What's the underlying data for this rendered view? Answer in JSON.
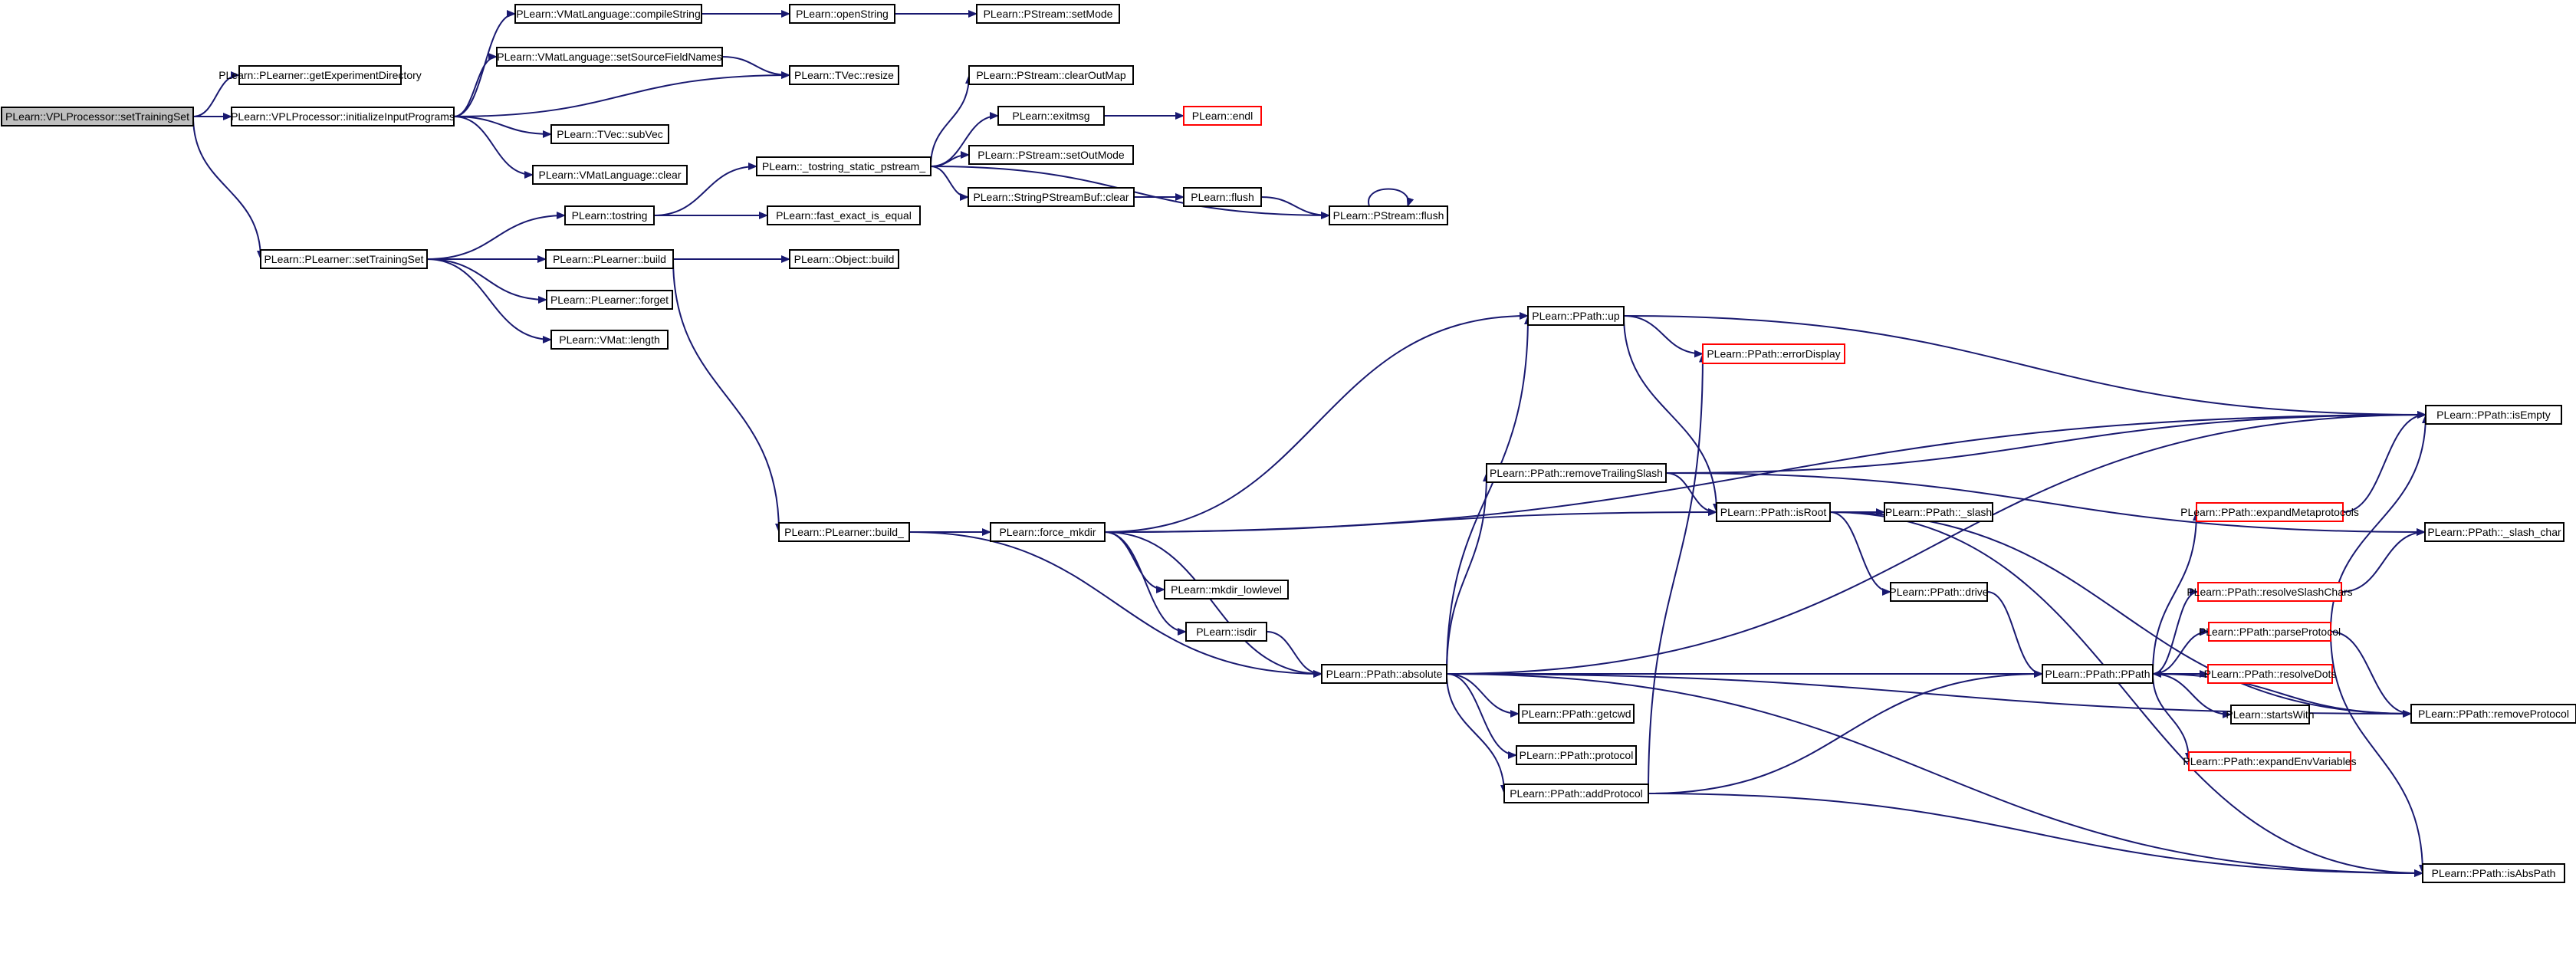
{
  "colors": {
    "edge": "#191970",
    "node_border": "#000000",
    "root_fill": "#bfbfbf",
    "truncated_border": "#ff0000",
    "background": "#ffffff"
  },
  "nodes": [
    {
      "id": "root",
      "label": "PLearn::VPLProcessor::setTrainingSet",
      "style": "root"
    },
    {
      "id": "getExpDir",
      "label": "PLearn::PLearner::getExperimentDirectory"
    },
    {
      "id": "initInput",
      "label": "PLearn::VPLProcessor::initializeInputPrograms"
    },
    {
      "id": "compileString",
      "label": "PLearn::VMatLanguage::compileString"
    },
    {
      "id": "openString",
      "label": "PLearn::openString"
    },
    {
      "id": "setMode",
      "label": "PLearn::PStream::setMode"
    },
    {
      "id": "setSourceFieldNames",
      "label": "PLearn::VMatLanguage::setSourceFieldNames"
    },
    {
      "id": "tvecResize",
      "label": "PLearn::TVec::resize"
    },
    {
      "id": "subVec",
      "label": "PLearn::TVec::subVec"
    },
    {
      "id": "vmatClear",
      "label": "PLearn::VMatLanguage::clear"
    },
    {
      "id": "clearOutMap",
      "label": "PLearn::PStream::clearOutMap"
    },
    {
      "id": "exitmsg",
      "label": "PLearn::exitmsg"
    },
    {
      "id": "endl",
      "label": "PLearn::endl",
      "style": "red"
    },
    {
      "id": "tostringStatic",
      "label": "PLearn::_tostring_static_pstream_"
    },
    {
      "id": "setOutMode",
      "label": "PLearn::PStream::setOutMode"
    },
    {
      "id": "spsbClear",
      "label": "PLearn::StringPStreamBuf::clear"
    },
    {
      "id": "flush",
      "label": "PLearn::flush"
    },
    {
      "id": "pstreamFlush",
      "label": "PLearn::PStream::flush"
    },
    {
      "id": "tostring",
      "label": "PLearn::tostring"
    },
    {
      "id": "fastExact",
      "label": "PLearn::fast_exact_is_equal"
    },
    {
      "id": "setTrainingSet",
      "label": "PLearn::PLearner::setTrainingSet"
    },
    {
      "id": "build",
      "label": "PLearn::PLearner::build"
    },
    {
      "id": "objectBuild",
      "label": "PLearn::Object::build"
    },
    {
      "id": "forget",
      "label": "PLearn::PLearner::forget"
    },
    {
      "id": "vmatLength",
      "label": "PLearn::VMat::length"
    },
    {
      "id": "up",
      "label": "PLearn::PPath::up"
    },
    {
      "id": "errorDisplay",
      "label": "PLearn::PPath::errorDisplay",
      "style": "red"
    },
    {
      "id": "isEmpty",
      "label": "PLearn::PPath::isEmpty"
    },
    {
      "id": "removeTrailingSlash",
      "label": "PLearn::PPath::removeTrailingSlash"
    },
    {
      "id": "buildU",
      "label": "PLearn::PLearner::build_"
    },
    {
      "id": "forceMkdir",
      "label": "PLearn::force_mkdir"
    },
    {
      "id": "isRoot",
      "label": "PLearn::PPath::isRoot"
    },
    {
      "id": "slash",
      "label": "PLearn::PPath::_slash"
    },
    {
      "id": "expandMeta",
      "label": "PLearn::PPath::expandMetaprotocols",
      "style": "red"
    },
    {
      "id": "slashChar",
      "label": "PLearn::PPath::_slash_char"
    },
    {
      "id": "mkdirLow",
      "label": "PLearn::mkdir_lowlevel"
    },
    {
      "id": "drive",
      "label": "PLearn::PPath::drive"
    },
    {
      "id": "resolveSlash",
      "label": "PLearn::PPath::resolveSlashChars",
      "style": "red"
    },
    {
      "id": "isdir",
      "label": "PLearn::isdir"
    },
    {
      "id": "parseProtocol",
      "label": "PLearn::PPath::parseProtocol",
      "style": "red"
    },
    {
      "id": "absolute",
      "label": "PLearn::PPath::absolute"
    },
    {
      "id": "ppath",
      "label": "PLearn::PPath::PPath"
    },
    {
      "id": "resolveDots",
      "label": "PLearn::PPath::resolveDots",
      "style": "red"
    },
    {
      "id": "removeProtocol",
      "label": "PLearn::PPath::removeProtocol"
    },
    {
      "id": "getcwd",
      "label": "PLearn::PPath::getcwd"
    },
    {
      "id": "startsWith",
      "label": "PLearn::startsWith"
    },
    {
      "id": "protocol",
      "label": "PLearn::PPath::protocol"
    },
    {
      "id": "expandEnv",
      "label": "PLearn::PPath::expandEnvVariables",
      "style": "red"
    },
    {
      "id": "addProtocol",
      "label": "PLearn::PPath::addProtocol"
    },
    {
      "id": "isAbsPath",
      "label": "PLearn::PPath::isAbsPath"
    }
  ],
  "edges": [
    [
      "root",
      "getExpDir"
    ],
    [
      "root",
      "initInput"
    ],
    [
      "root",
      "setTrainingSet"
    ],
    [
      "initInput",
      "compileString"
    ],
    [
      "initInput",
      "setSourceFieldNames"
    ],
    [
      "initInput",
      "tvecResize"
    ],
    [
      "initInput",
      "subVec"
    ],
    [
      "initInput",
      "vmatClear"
    ],
    [
      "compileString",
      "openString"
    ],
    [
      "openString",
      "setMode"
    ],
    [
      "setSourceFieldNames",
      "tvecResize"
    ],
    [
      "setTrainingSet",
      "tostring"
    ],
    [
      "setTrainingSet",
      "build"
    ],
    [
      "setTrainingSet",
      "forget"
    ],
    [
      "setTrainingSet",
      "vmatLength"
    ],
    [
      "tostring",
      "tostringStatic"
    ],
    [
      "tostring",
      "fastExact"
    ],
    [
      "tostringStatic",
      "clearOutMap"
    ],
    [
      "tostringStatic",
      "exitmsg"
    ],
    [
      "tostringStatic",
      "setOutMode"
    ],
    [
      "tostringStatic",
      "spsbClear"
    ],
    [
      "tostringStatic",
      "pstreamFlush"
    ],
    [
      "exitmsg",
      "endl"
    ],
    [
      "spsbClear",
      "flush"
    ],
    [
      "flush",
      "pstreamFlush"
    ],
    [
      "pstreamFlush",
      "pstreamFlush"
    ],
    [
      "build",
      "objectBuild"
    ],
    [
      "build",
      "buildU"
    ],
    [
      "buildU",
      "forceMkdir"
    ],
    [
      "buildU",
      "absolute"
    ],
    [
      "forceMkdir",
      "up"
    ],
    [
      "forceMkdir",
      "isEmpty"
    ],
    [
      "forceMkdir",
      "isRoot"
    ],
    [
      "forceMkdir",
      "mkdirLow"
    ],
    [
      "forceMkdir",
      "isdir"
    ],
    [
      "forceMkdir",
      "absolute"
    ],
    [
      "isdir",
      "absolute"
    ],
    [
      "up",
      "errorDisplay"
    ],
    [
      "up",
      "isEmpty"
    ],
    [
      "up",
      "isRoot"
    ],
    [
      "absolute",
      "up"
    ],
    [
      "absolute",
      "isEmpty"
    ],
    [
      "absolute",
      "removeTrailingSlash"
    ],
    [
      "absolute",
      "ppath"
    ],
    [
      "absolute",
      "getcwd"
    ],
    [
      "absolute",
      "protocol"
    ],
    [
      "absolute",
      "addProtocol"
    ],
    [
      "absolute",
      "removeProtocol"
    ],
    [
      "absolute",
      "isAbsPath"
    ],
    [
      "removeTrailingSlash",
      "isEmpty"
    ],
    [
      "removeTrailingSlash",
      "isRoot"
    ],
    [
      "removeTrailingSlash",
      "slashChar"
    ],
    [
      "isRoot",
      "slash"
    ],
    [
      "isRoot",
      "drive"
    ],
    [
      "isRoot",
      "removeProtocol"
    ],
    [
      "isRoot",
      "isAbsPath"
    ],
    [
      "drive",
      "ppath"
    ],
    [
      "addProtocol",
      "errorDisplay"
    ],
    [
      "addProtocol",
      "ppath"
    ],
    [
      "addProtocol",
      "isAbsPath"
    ],
    [
      "ppath",
      "expandMeta"
    ],
    [
      "ppath",
      "resolveSlash"
    ],
    [
      "ppath",
      "parseProtocol"
    ],
    [
      "ppath",
      "resolveDots"
    ],
    [
      "ppath",
      "startsWith"
    ],
    [
      "ppath",
      "expandEnv"
    ],
    [
      "expandMeta",
      "isEmpty"
    ],
    [
      "resolveSlash",
      "slashChar"
    ],
    [
      "parseProtocol",
      "isEmpty"
    ],
    [
      "parseProtocol",
      "removeProtocol"
    ],
    [
      "parseProtocol",
      "isAbsPath"
    ],
    [
      "removeProtocol",
      "ppath"
    ]
  ]
}
